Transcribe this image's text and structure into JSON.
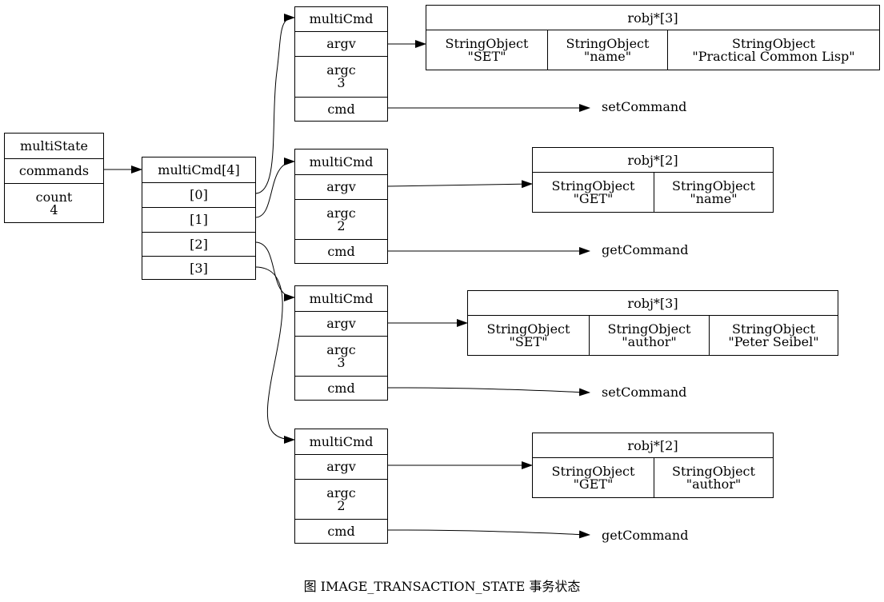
{
  "multi_state": {
    "title": "multiState",
    "commands": "commands",
    "count": "count\n4"
  },
  "commands_array": {
    "title": "multiCmd[4]",
    "items": [
      "[0]",
      "[1]",
      "[2]",
      "[3]"
    ]
  },
  "multi_cmds": [
    {
      "title": "multiCmd",
      "argv": "argv",
      "argc": "argc\n3",
      "cmd": "cmd",
      "command": "setCommand",
      "robj": {
        "title": "robj*[3]",
        "items": [
          "StringObject\n\"SET\"",
          "StringObject\n\"name\"",
          "StringObject\n\"Practical Common Lisp\""
        ]
      }
    },
    {
      "title": "multiCmd",
      "argv": "argv",
      "argc": "argc\n2",
      "cmd": "cmd",
      "command": "getCommand",
      "robj": {
        "title": "robj*[2]",
        "items": [
          "StringObject\n\"GET\"",
          "StringObject\n\"name\""
        ]
      }
    },
    {
      "title": "multiCmd",
      "argv": "argv",
      "argc": "argc\n3",
      "cmd": "cmd",
      "command": "setCommand",
      "robj": {
        "title": "robj*[3]",
        "items": [
          "StringObject\n\"SET\"",
          "StringObject\n\"author\"",
          "StringObject\n\"Peter Seibel\""
        ]
      }
    },
    {
      "title": "multiCmd",
      "argv": "argv",
      "argc": "argc\n2",
      "cmd": "cmd",
      "command": "getCommand",
      "robj": {
        "title": "robj*[2]",
        "items": [
          "StringObject\n\"GET\"",
          "StringObject\n\"author\""
        ]
      }
    }
  ],
  "caption": "图 IMAGE_TRANSACTION_STATE    事务状态"
}
